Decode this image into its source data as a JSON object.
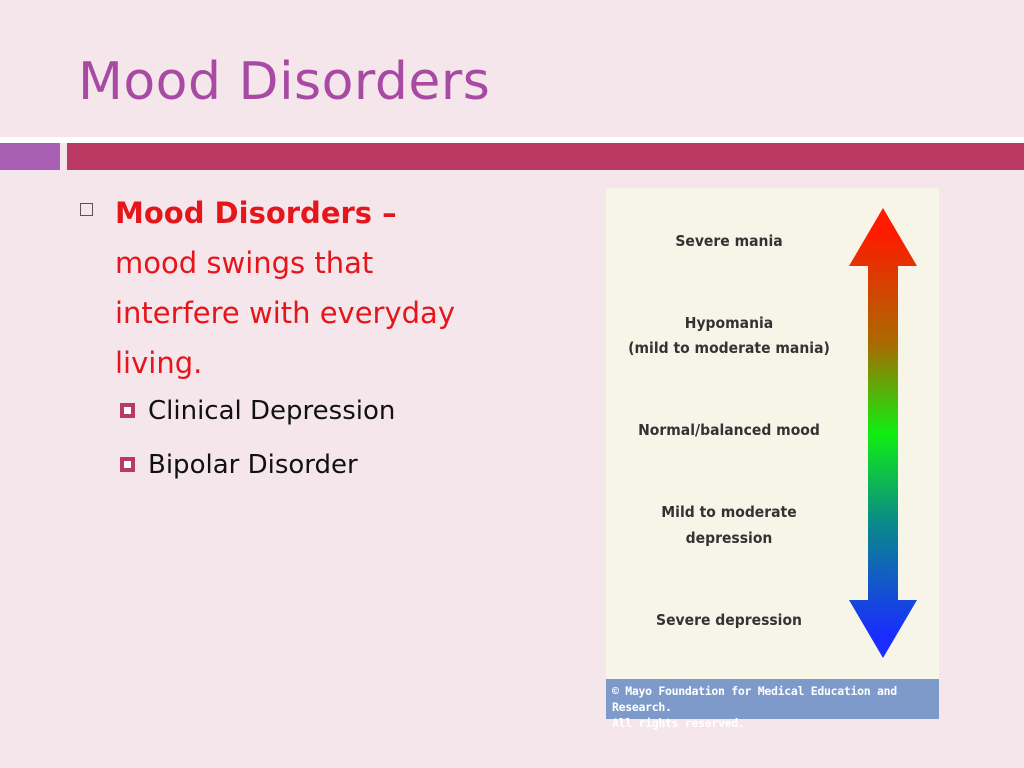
{
  "slide": {
    "title": "Mood Disorders",
    "bullet": {
      "term": "Mood Disorders –",
      "definition": "mood swings that interfere with everyday living."
    },
    "sub_bullets": [
      "Clinical Depression",
      "Bipolar Disorder"
    ]
  },
  "figure": {
    "labels": [
      "Severe mania",
      "Hypomania",
      "(mild to moderate mania)",
      "Normal/balanced mood",
      "Mild to moderate",
      "depression",
      "Severe depression"
    ],
    "credit_line1": "© Mayo Foundation for Medical Education and Research.",
    "credit_line2": "All rights reserved.",
    "arrow_colors": [
      "#ff1a00",
      "#11ee11",
      "#1a2cff"
    ]
  },
  "colors": {
    "background": "#f5e6ec",
    "title": "#a84aa3",
    "accent_bar": "#bb3a64",
    "accent_bar_left": "#a85fb4",
    "definition_text": "#e4161c"
  }
}
